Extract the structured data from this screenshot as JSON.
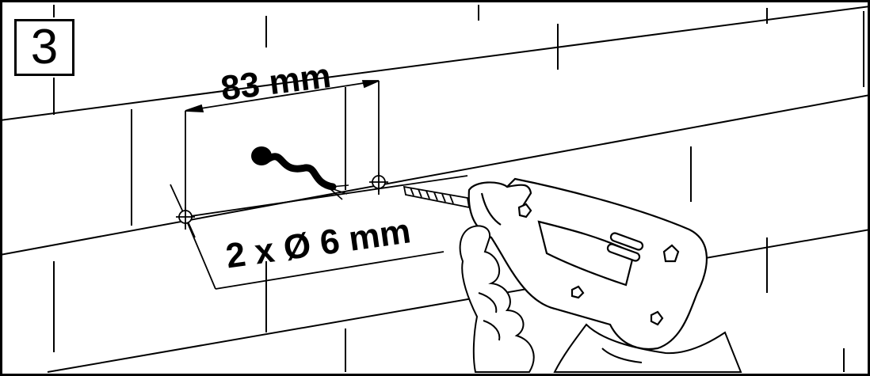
{
  "step": {
    "number": "3"
  },
  "dimensions": {
    "hole_spacing": "83 mm",
    "holes": "2 x Ø 6 mm"
  },
  "colors": {
    "line": "#000000",
    "background": "#ffffff"
  },
  "icons": [
    "drill-icon",
    "hand-icon",
    "cable-icon",
    "drill-bit-icon"
  ]
}
